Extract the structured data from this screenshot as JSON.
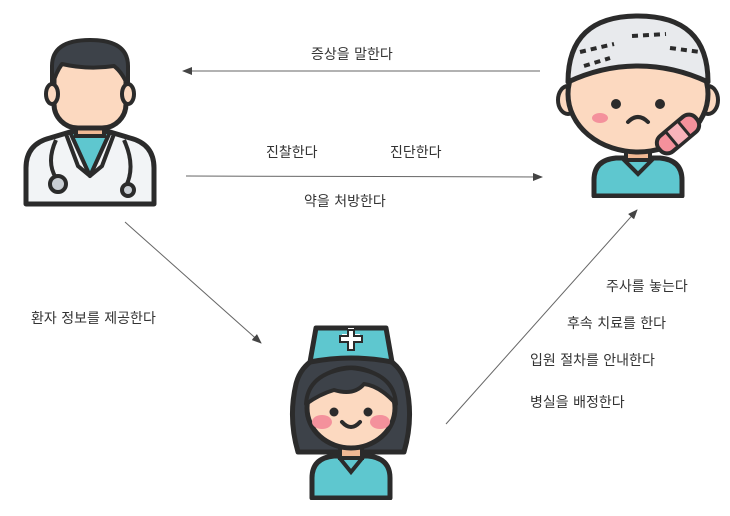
{
  "labels": {
    "patient_to_doctor": "증상을 말한다",
    "examine": "진찰한다",
    "diagnose": "진단한다",
    "prescribe": "약을 처방한다",
    "doctor_to_nurse": "환자 정보를 제공한다",
    "injection": "주사를 놓는다",
    "follow_up": "후속 치료를 한다",
    "admission_guide": "입원 절차를 안내한다",
    "assign_ward": "병실을 배정한다"
  },
  "nodes": {
    "doctor": "doctor-icon",
    "patient": "injured-patient-icon",
    "nurse": "nurse-icon"
  },
  "colors": {
    "outline": "#2b2b2b",
    "skin": "#fcd9c0",
    "hair": "#3d4249",
    "teal": "#5ec7cf",
    "bandage": "#e8eaed",
    "cheek": "#f4919c",
    "arrow": "#555555"
  }
}
